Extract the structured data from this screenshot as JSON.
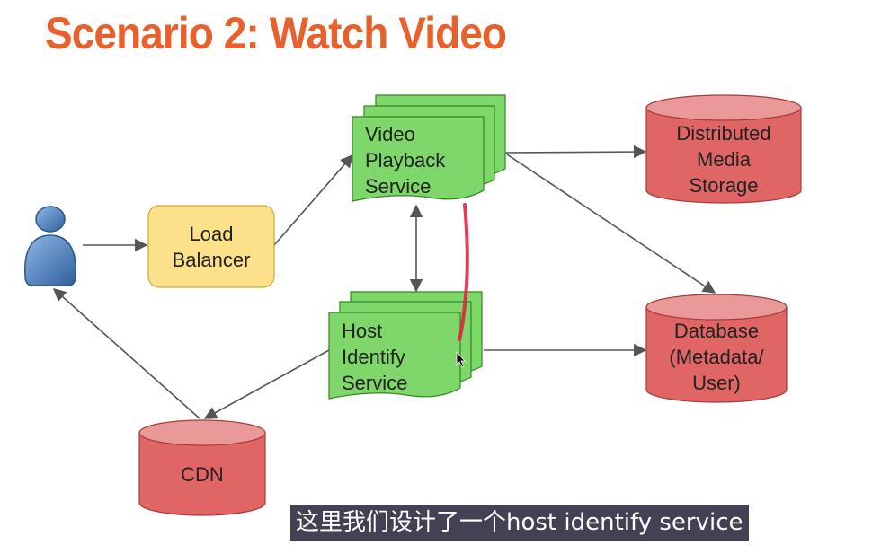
{
  "slide": {
    "title": "Scenario 2: Watch Video"
  },
  "nodes": {
    "user": {
      "icon": "user-icon"
    },
    "load_balancer": {
      "line1": "Load",
      "line2": "Balancer"
    },
    "video_playback": {
      "line1": "Video",
      "line2": "Playback",
      "line3": "Service"
    },
    "host_identify": {
      "line1": "Host",
      "line2": "Identify",
      "line3": "Service"
    },
    "distributed_storage": {
      "line1": "Distributed",
      "line2": "Media",
      "line3": "Storage"
    },
    "database": {
      "line1": "Database",
      "line2": "(Metadata/",
      "line3": "User)"
    },
    "cdn": {
      "line1": "CDN"
    }
  },
  "colors": {
    "title": "#e8612c",
    "service_fill": "#7fd66a",
    "service_stroke": "#2f8a1e",
    "balancer_fill": "#fde08a",
    "balancer_stroke": "#c9a93a",
    "storage_fill": "#e06666",
    "storage_top": "#ea9999",
    "storage_stroke": "#a83a3a",
    "arrow": "#555555",
    "user_blue": "#4f86c6"
  },
  "subtitle": {
    "text": "这里我们设计了一个host identify service"
  }
}
